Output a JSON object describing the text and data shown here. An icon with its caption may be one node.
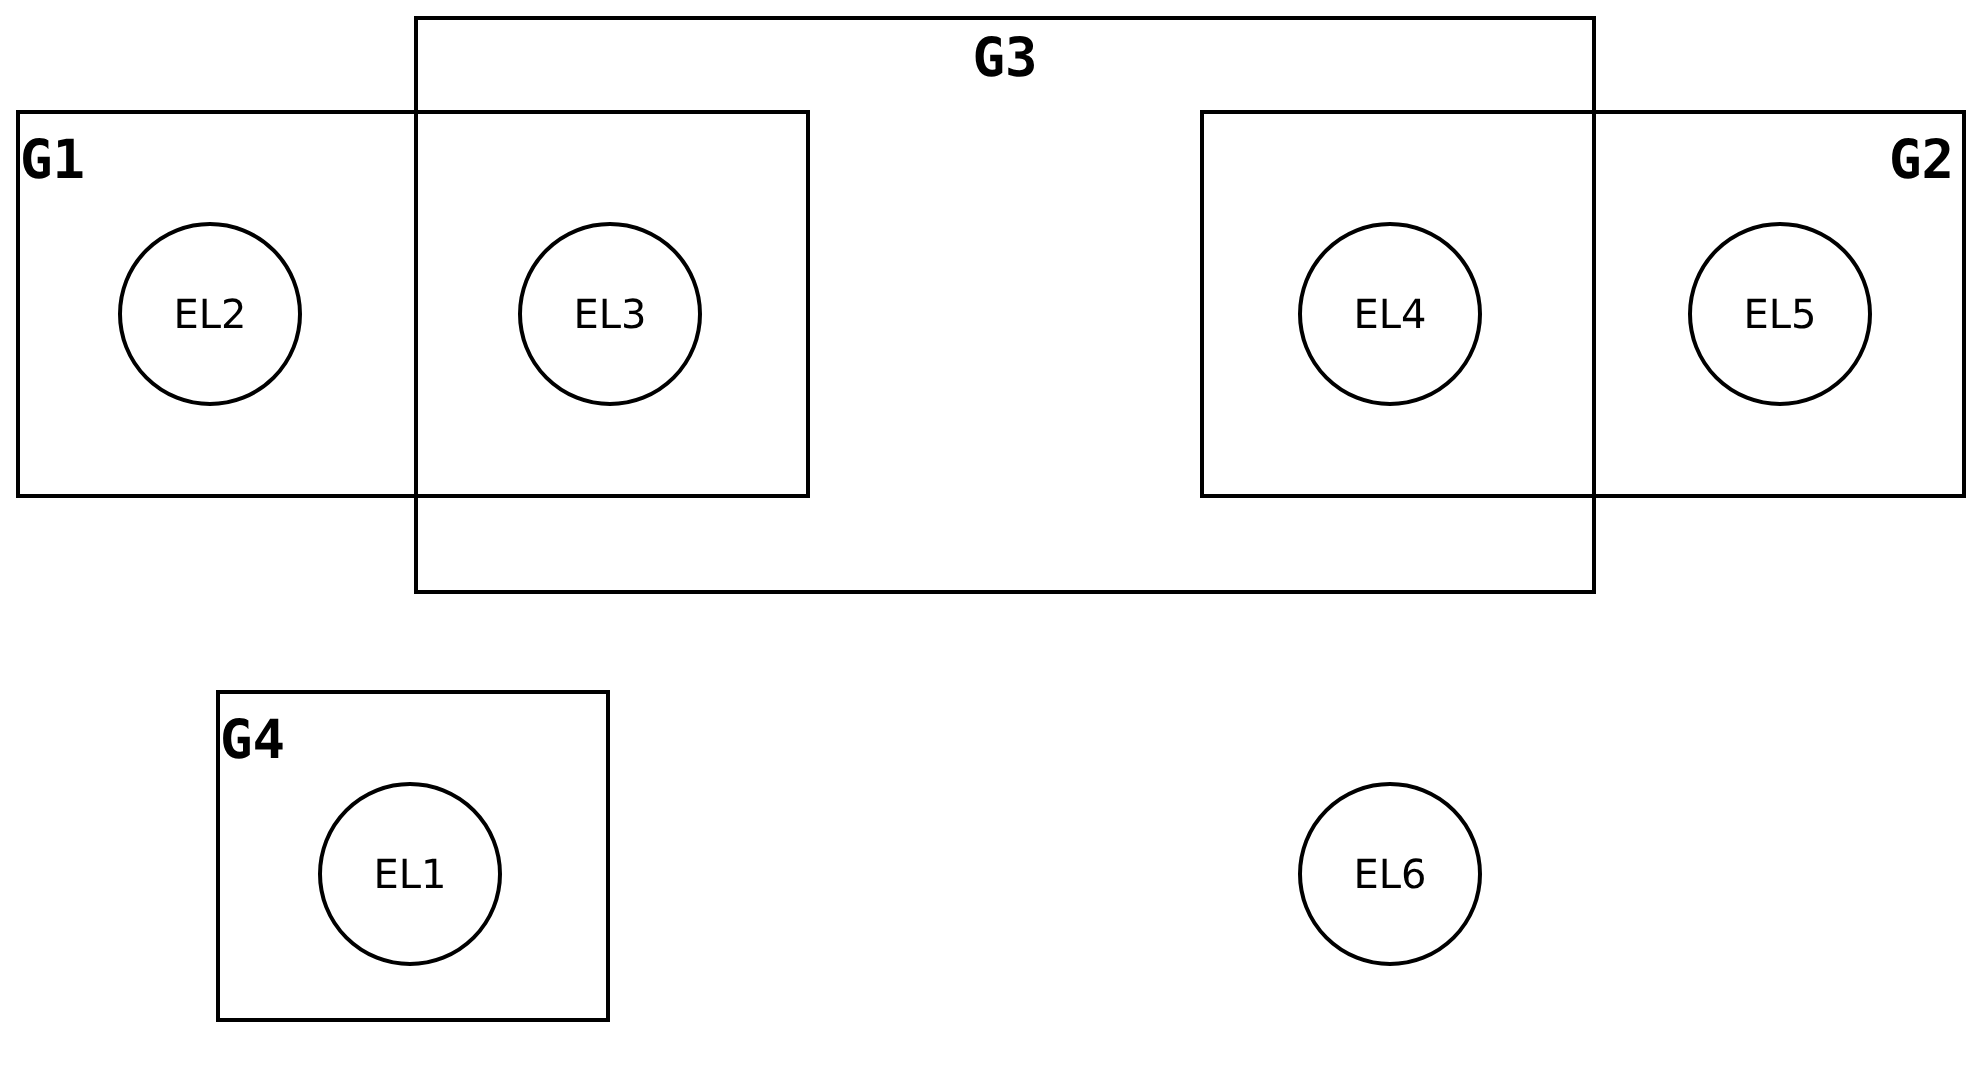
{
  "diagram": {
    "nodes": [
      {
        "text": [
          "G1"
        ]
      },
      {
        "text": [
          "G3"
        ]
      },
      {
        "text": [
          "G2"
        ]
      },
      {
        "text": [
          "EL2"
        ],
        "in": 0
      },
      {
        "text": [
          "EL3"
        ]
      },
      {
        "text": [
          "EL4"
        ]
      },
      {
        "text": [
          "EL5"
        ],
        "in": 2
      },
      {
        "text": [
          "G4"
        ]
      },
      {
        "text": [
          "EL1"
        ],
        "in": 7
      },
      {
        "text": [
          "EL6"
        ]
      }
    ],
    "edges": []
  }
}
